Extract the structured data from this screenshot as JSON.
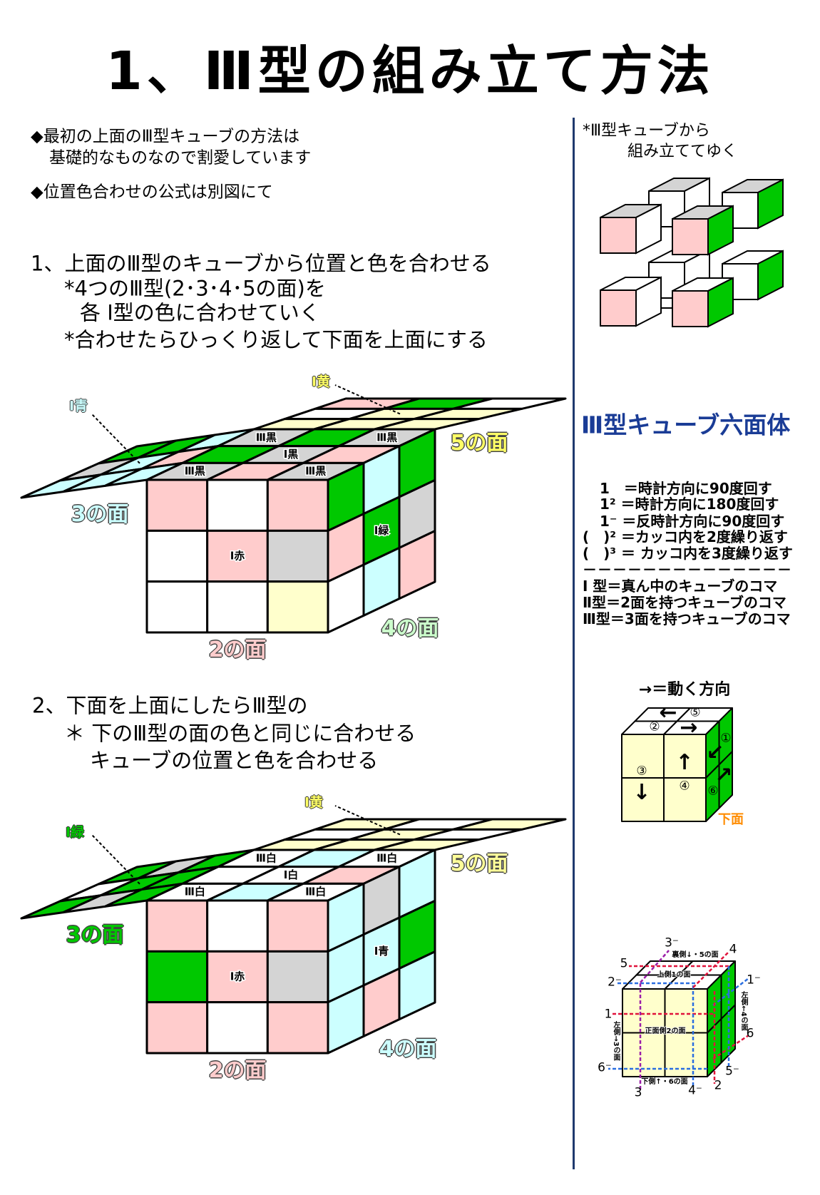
{
  "title": "1、Ⅲ型の組み立て方法",
  "intro": [
    "◆最初の上面のⅢ型キューブの方法は",
    "基礎的なものなので割愛しています",
    "◆位置色合わせの公式は別図にて"
  ],
  "step1": [
    "1、上面のⅢ型のキューブから位置と色を合わせる",
    "*4つのⅢ型(2･3･4･5の面)を",
    "各 Ⅰ型の色に合わせていく",
    "*合わせたらひっくり返して下面を上面にする"
  ],
  "step2": [
    "2、下面を上面にしたらⅢ型の",
    "＊ 下のⅢ型の面の色と同じに合わせる",
    "キューブの位置と色を合わせる"
  ],
  "palette": {
    "pink": "#ffcccc",
    "white": "#ffffff",
    "gray": "#d4d4d4",
    "green": "#00c800",
    "cyan": "#ccffff",
    "yellow": "#ffffcc"
  },
  "cube1": {
    "front": [
      [
        "pink",
        "white",
        "pink"
      ],
      [
        "white",
        "pink",
        "gray"
      ],
      [
        "white",
        "white",
        "yellow"
      ]
    ],
    "right": [
      [
        "green",
        "cyan",
        "green"
      ],
      [
        "pink",
        "green",
        "gray"
      ],
      [
        "white",
        "cyan",
        "pink"
      ]
    ],
    "top": [
      [
        "gray",
        "green",
        "gray"
      ],
      [
        "green",
        "gray",
        "pink"
      ],
      [
        "gray",
        "pink",
        "gray"
      ]
    ],
    "left_flap": [
      [
        "green",
        "green",
        "cyan"
      ],
      [
        "gray",
        "cyan",
        "pink"
      ],
      [
        "cyan",
        "cyan",
        "cyan"
      ]
    ],
    "back_flap": [
      [
        "pink",
        "green",
        "white"
      ],
      [
        "white",
        "yellow",
        "yellow"
      ],
      [
        "yellow",
        "yellow",
        "yellow"
      ]
    ],
    "cell_labels": {
      "front_center": "Ⅰ赤",
      "right_center": "Ⅰ緑",
      "top_center": "Ⅰ黒",
      "top_corner": "Ⅲ黒"
    },
    "pointer_labels": {
      "left": "Ⅰ青",
      "back": "Ⅰ黄"
    },
    "face_labels": {
      "f3": "3の面",
      "f5": "5の面",
      "f4": "4の面",
      "f2": "2の面"
    }
  },
  "cube2": {
    "front": [
      [
        "pink",
        "white",
        "pink"
      ],
      [
        "green",
        "pink",
        "gray"
      ],
      [
        "pink",
        "white",
        "pink"
      ]
    ],
    "right": [
      [
        "cyan",
        "gray",
        "cyan"
      ],
      [
        "cyan",
        "cyan",
        "green"
      ],
      [
        "cyan",
        "pink",
        "cyan"
      ]
    ],
    "top": [
      [
        "white",
        "cyan",
        "white"
      ],
      [
        "white",
        "white",
        "pink"
      ],
      [
        "white",
        "cyan",
        "white"
      ]
    ],
    "left_flap": [
      [
        "green",
        "gray",
        "green"
      ],
      [
        "white",
        "green",
        "green"
      ],
      [
        "green",
        "gray",
        "green"
      ]
    ],
    "back_flap": [
      [
        "yellow",
        "white",
        "yellow"
      ],
      [
        "white",
        "yellow",
        "white"
      ],
      [
        "yellow",
        "yellow",
        "yellow"
      ]
    ],
    "cell_labels": {
      "front_center": "Ⅰ赤",
      "right_center": "Ⅰ青",
      "top_center": "Ⅰ白",
      "top_corner": "Ⅲ白"
    },
    "pointer_labels": {
      "left": "Ⅰ緑",
      "back": "Ⅰ黄"
    },
    "face_labels": {
      "f3": "3の面",
      "f5": "5の面",
      "f4": "4の面",
      "f2": "2の面"
    }
  },
  "sidebar": {
    "assemble_note": [
      "*Ⅲ型キューブから",
      "組み立ててゆく"
    ],
    "small_cubes": [
      {
        "front": "white",
        "top": "gray",
        "right": "white"
      },
      {
        "front": "white",
        "top": "gray",
        "right": "green"
      },
      {
        "front": "pink",
        "top": "gray",
        "right": "white"
      },
      {
        "front": "pink",
        "top": "gray",
        "right": "green"
      },
      {
        "front": "white",
        "top": "white",
        "right": "white"
      },
      {
        "front": "white",
        "top": "white",
        "right": "green"
      },
      {
        "front": "pink",
        "top": "white",
        "right": "white"
      },
      {
        "front": "pink",
        "top": "white",
        "right": "green"
      }
    ],
    "hexa_title": "Ⅲ型キューブ六面体",
    "notation": [
      "1　＝時計方向に90度回す",
      "1² ＝時計方向に180度回す",
      "1⁻ ＝反時計方向に90度回す",
      "(　)² ＝カッコ内を2度繰り返す",
      "(　)³ ＝ カッコ内を3度繰り返す"
    ],
    "separator": "－－－－－－－－－－－－－－",
    "types": [
      "Ⅰ 型＝真ん中のキューブのコマ",
      "Ⅱ型＝2面を持つキューブのコマ",
      "Ⅲ型＝3面を持つキューブのコマ"
    ],
    "move_legend": "→＝動く方向",
    "move_cube": {
      "marks": [
        "⑤",
        "②",
        "①",
        "③",
        "④",
        "⑥"
      ],
      "arrows": {
        "left": "←",
        "right": "→",
        "down_left": "↙",
        "down": "↓",
        "up": "↑",
        "up_right": "↗"
      },
      "bottom_label": "下面",
      "bottom_color": "#ff8c00"
    },
    "face_cube": {
      "nums": [
        "3⁻",
        "4",
        "5",
        "2⁻",
        "1⁻",
        "1",
        "6",
        "6⁻",
        "5⁻",
        "3",
        "4⁻",
        "2"
      ],
      "back": "裏側↓・5の面",
      "top": "上側1の面",
      "left_right": "左側←4の面",
      "left_left": "左側→3の面",
      "front": "正面側2の面",
      "bottom": "下側↑・6の面"
    }
  }
}
